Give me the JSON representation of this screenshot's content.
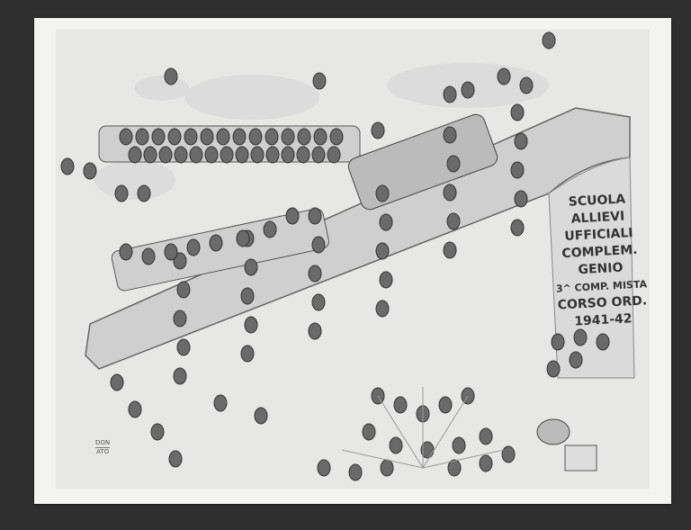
{
  "title_lines": [
    "SCUOLA",
    "ALLIEVI",
    "UFFICIALI",
    "COMPLEM.",
    "GENIO",
    "3^ COMP. MISTA",
    "CORSO ORD.",
    "1941-42"
  ],
  "signature": [
    "DON",
    "ATO"
  ],
  "colors": {
    "background": "#2f2f2f",
    "paper": "#f3f3f1",
    "ink": "#333333"
  }
}
